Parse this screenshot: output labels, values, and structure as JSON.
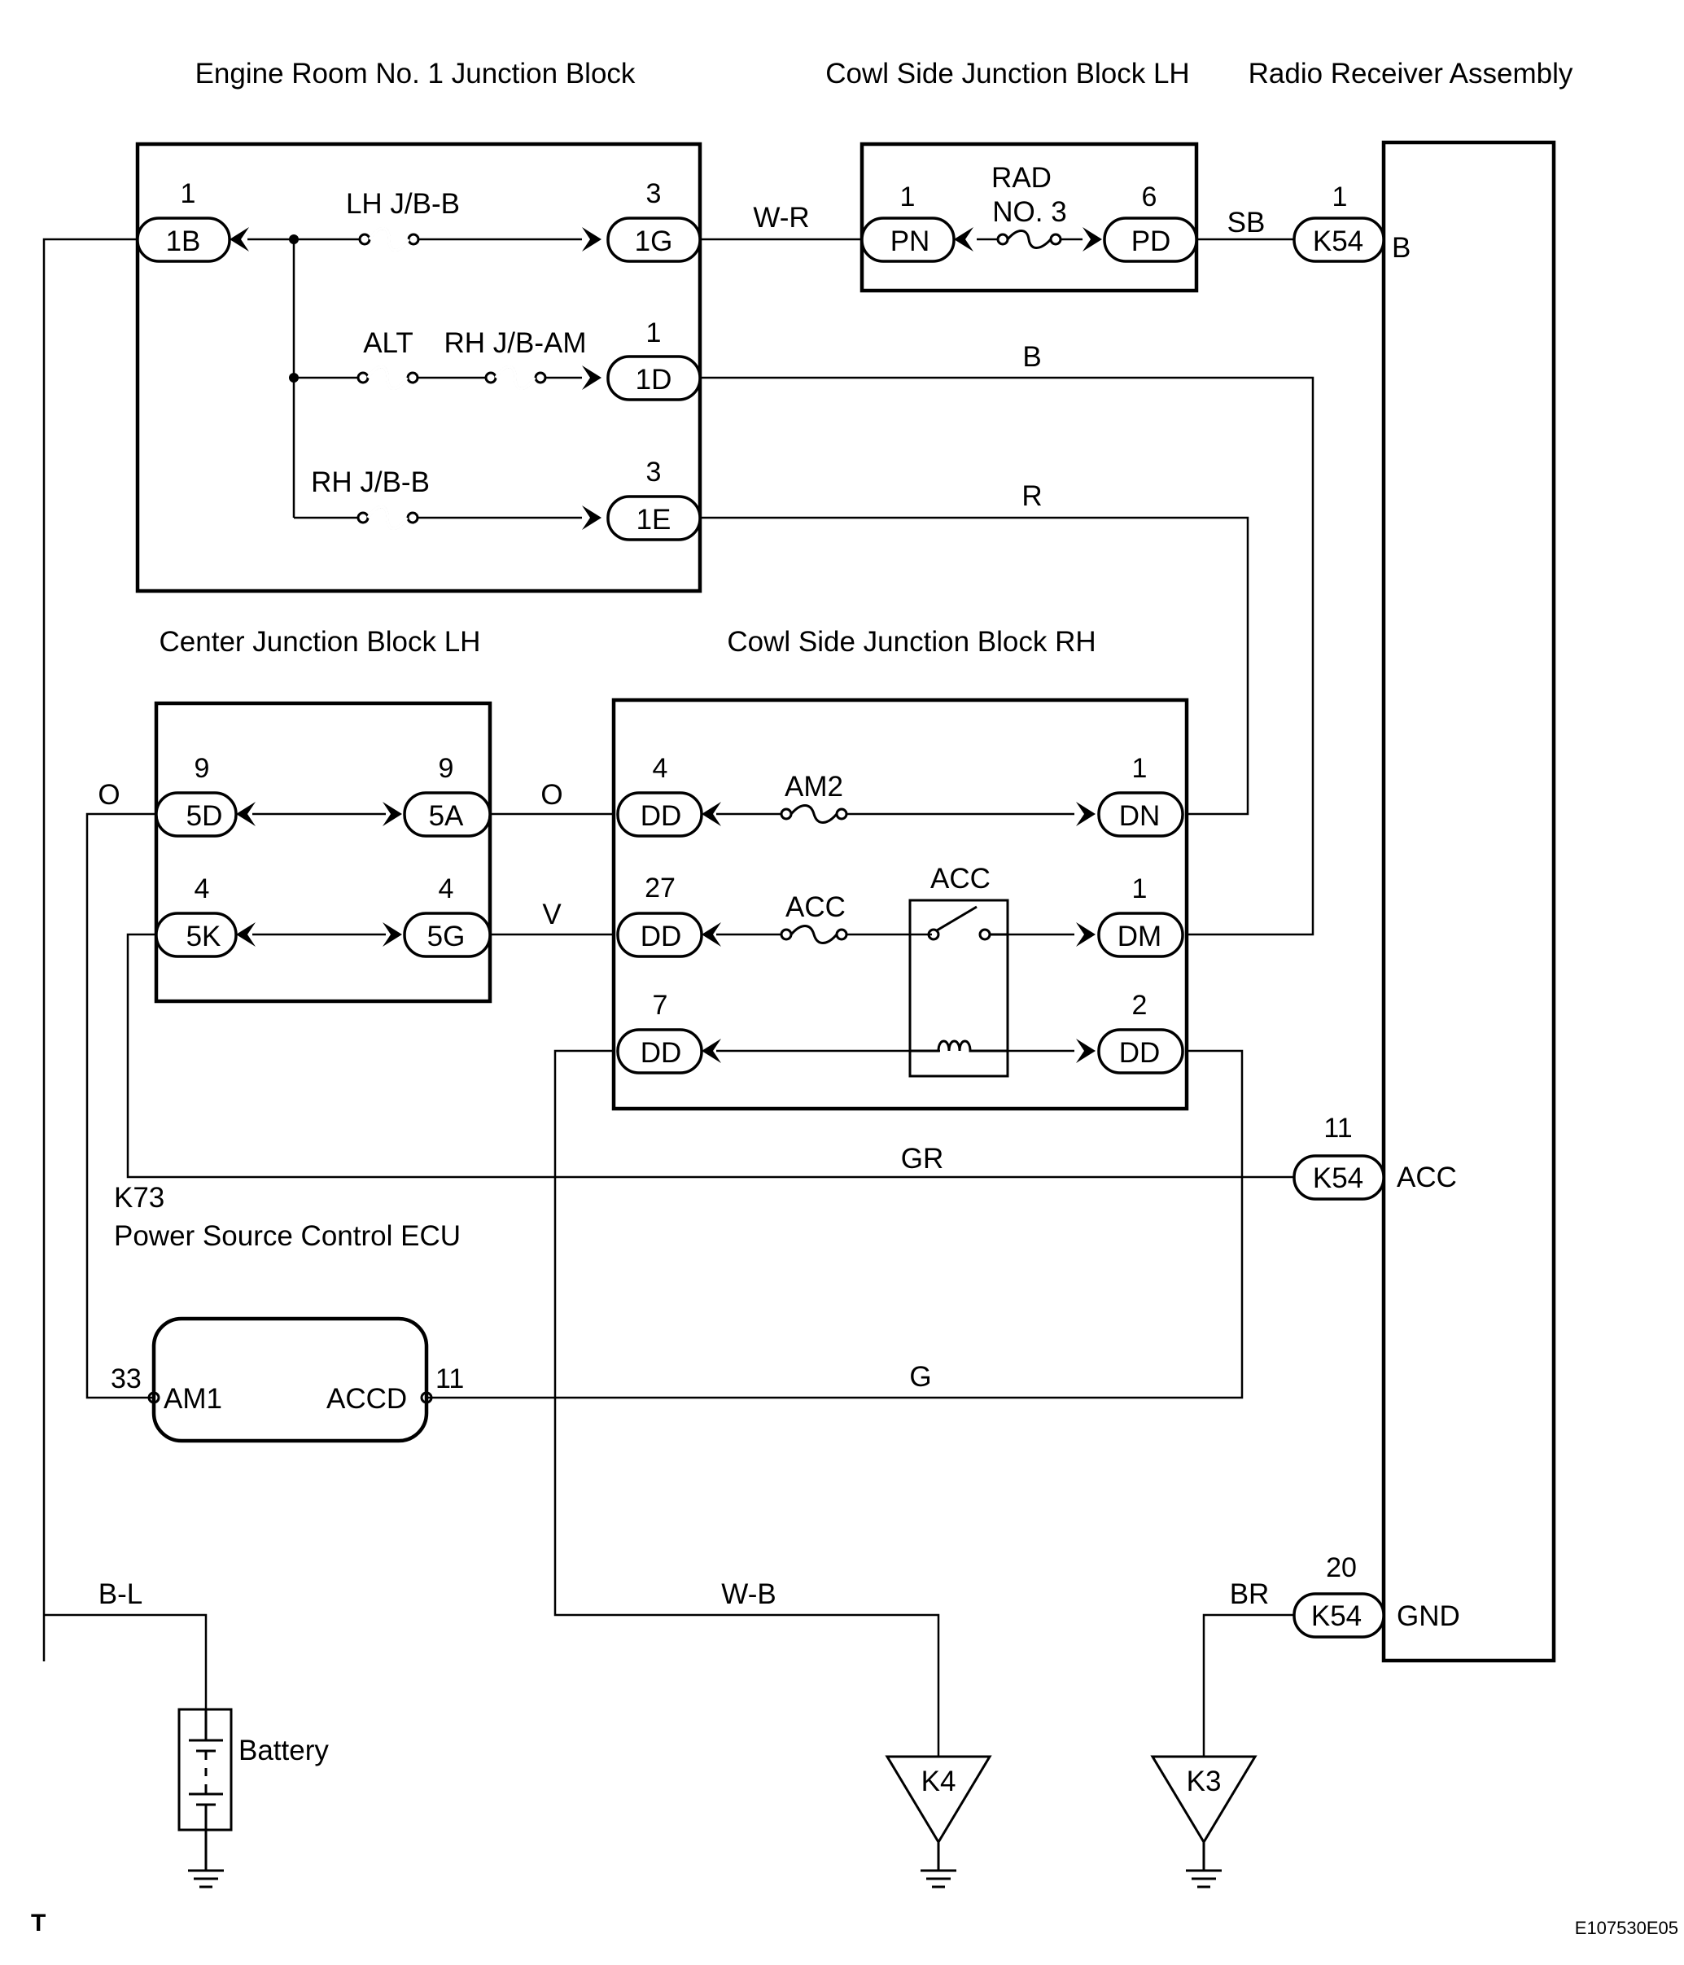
{
  "blocks": {
    "engine_room_jb": "Engine Room No. 1 Junction Block",
    "cowl_lh_jb": "Cowl Side Junction Block LH",
    "radio": "Radio Receiver Assembly",
    "center_lh_jb": "Center Junction Block LH",
    "cowl_rh_jb": "Cowl Side Junction Block RH",
    "ecu_code": "K73",
    "ecu_name": "Power Source Control ECU",
    "battery": "Battery"
  },
  "connectors": {
    "c1b": {
      "pin": "1",
      "id": "1B"
    },
    "c1g": {
      "pin": "3",
      "id": "1G"
    },
    "c1d": {
      "pin": "1",
      "id": "1D"
    },
    "c1e": {
      "pin": "3",
      "id": "1E"
    },
    "cpn": {
      "pin": "1",
      "id": "PN"
    },
    "cpd": {
      "pin": "6",
      "id": "PD"
    },
    "k54b": {
      "pin": "1",
      "id": "K54",
      "term": "B"
    },
    "k54acc": {
      "pin": "11",
      "id": "K54",
      "term": "ACC"
    },
    "k54gnd": {
      "pin": "20",
      "id": "K54",
      "term": "GND"
    },
    "c5d": {
      "pin": "9",
      "id": "5D"
    },
    "c5a": {
      "pin": "9",
      "id": "5A"
    },
    "c5k": {
      "pin": "4",
      "id": "5K"
    },
    "c5g": {
      "pin": "4",
      "id": "5G"
    },
    "dd4": {
      "pin": "4",
      "id": "DD"
    },
    "dn": {
      "pin": "1",
      "id": "DN"
    },
    "dd27": {
      "pin": "27",
      "id": "DD"
    },
    "dm": {
      "pin": "1",
      "id": "DM"
    },
    "dd7": {
      "pin": "7",
      "id": "DD"
    },
    "dd2": {
      "pin": "2",
      "id": "DD"
    }
  },
  "fuses": {
    "lh_jb_b": "LH J/B-B",
    "alt": "ALT",
    "rh_jb_am": "RH J/B-AM",
    "rh_jb_b": "RH J/B-B",
    "rad_1": "RAD",
    "rad_2": "NO. 3",
    "am2": "AM2",
    "acc": "ACC"
  },
  "relay": "ACC",
  "ecu_terminals": {
    "am1_pin": "33",
    "am1": "AM1",
    "accd": "ACCD",
    "accd_pin": "11"
  },
  "wires": {
    "w_r": "W-R",
    "sb": "SB",
    "b": "B",
    "r": "R",
    "o_left": "O",
    "o_mid": "O",
    "v": "V",
    "gr": "GR",
    "g": "G",
    "b_l": "B-L",
    "w_b": "W-B",
    "br": "BR"
  },
  "grounds": {
    "k4": "K4",
    "k3": "K3"
  },
  "corner_left": "T",
  "figure_code": "E107530E05"
}
